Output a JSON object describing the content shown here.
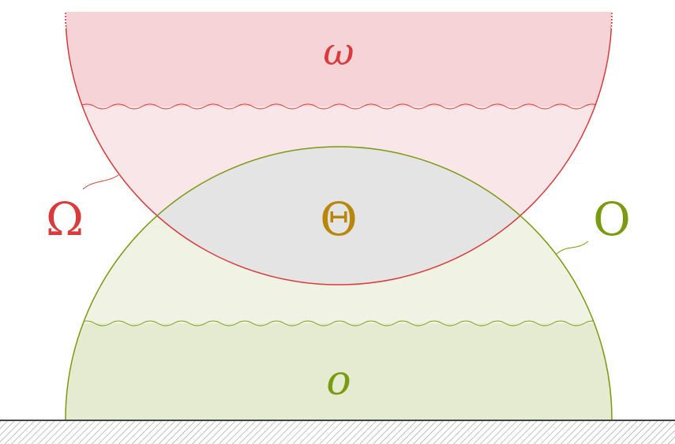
{
  "labels": {
    "omega_lower": "ω",
    "omega_upper": "Ω",
    "theta": "Θ",
    "o_upper": "O",
    "o_lower": "o"
  },
  "colors": {
    "red": "#d93a3a",
    "red_fill_dark": "#f6d3d7",
    "red_fill_light": "#f9e6e8",
    "green": "#7a9a10",
    "green_fill_light": "#f0f3e3",
    "green_fill_dark": "#e5ebd0",
    "overlap": "#e4e4e4",
    "theta_text": "#b8860b",
    "ground": "#555555"
  }
}
